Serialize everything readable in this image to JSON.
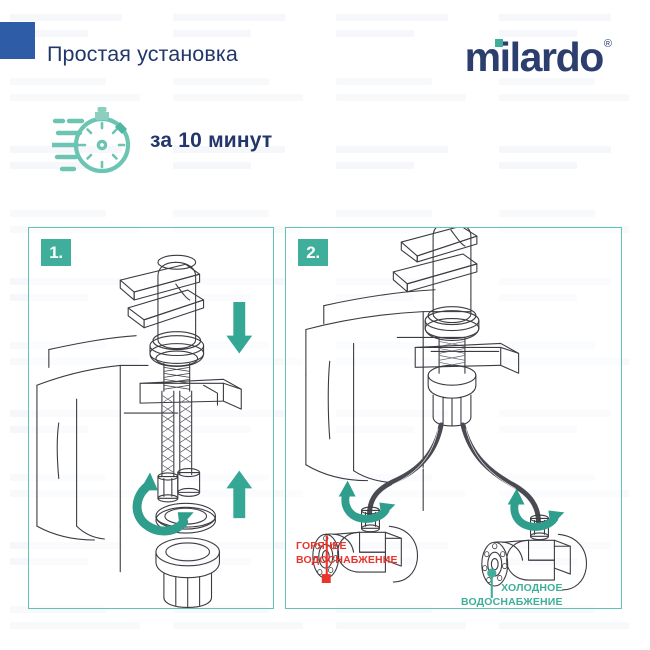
{
  "header": {
    "title": "Простая установка",
    "brand_name": "milardo",
    "brand_trademark": "®",
    "brand_color": "#2b3e6e",
    "brand_dot_color": "#3fae9a",
    "corner_square_color": "#2e5ca6"
  },
  "timer": {
    "icon": "stopwatch-icon",
    "text": "за 10 минут",
    "icon_color": "#6cc4b2",
    "text_color": "#21376b"
  },
  "panels": [
    {
      "step_label": "1.",
      "badge_color": "#3fae9a",
      "border_color": "#62c3b0",
      "illustration": "faucet-insert-through-sink-hole",
      "arrows": [
        {
          "name": "down-arrow",
          "direction": "down",
          "color": "#35a795"
        },
        {
          "name": "up-arrow",
          "direction": "up",
          "color": "#35a795"
        },
        {
          "name": "rotate-arrow",
          "direction": "curved-clockwise",
          "color": "#2f9e8c"
        }
      ]
    },
    {
      "step_label": "2.",
      "badge_color": "#3fae9a",
      "border_color": "#62c3b0",
      "illustration": "faucet-installed-with-hoses-to-valves",
      "arrows": [
        {
          "name": "rotate-arrow-hot",
          "direction": "curved-clockwise",
          "color": "#2f9e8c"
        },
        {
          "name": "rotate-arrow-cold",
          "direction": "curved-clockwise",
          "color": "#2f9e8c"
        }
      ],
      "labels": {
        "hot": {
          "line1": "ГОРЯЧЕЕ",
          "line2": "ВОДОСНАБЖЕНИЕ",
          "color": "#e8352b",
          "marker": "red-square-marker"
        },
        "cold": {
          "line1": "ХОЛОДНОЕ",
          "line2": "ВОДОСНАБЖЕНИЕ",
          "color": "#3fae9a",
          "marker": "teal-dot-marker"
        }
      }
    }
  ]
}
